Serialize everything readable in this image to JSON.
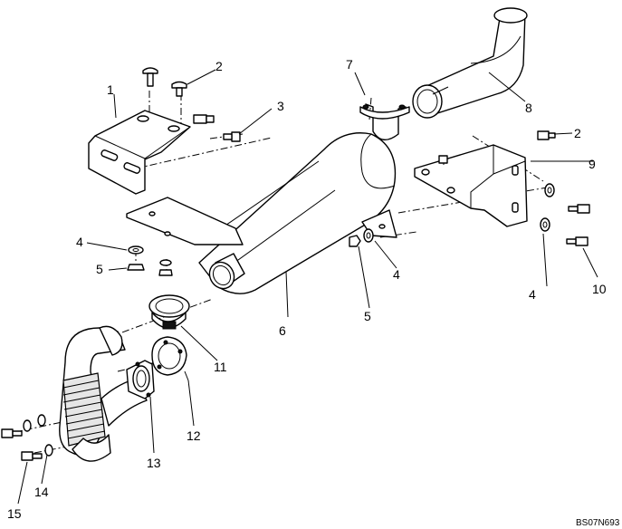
{
  "drawing_code": "BS07N693",
  "callouts": [
    {
      "id": "c1",
      "label": "1"
    },
    {
      "id": "c2a",
      "label": "2"
    },
    {
      "id": "c2b",
      "label": "2"
    },
    {
      "id": "c3",
      "label": "3"
    },
    {
      "id": "c4a",
      "label": "4"
    },
    {
      "id": "c4b",
      "label": "4"
    },
    {
      "id": "c4c",
      "label": "4"
    },
    {
      "id": "c5a",
      "label": "5"
    },
    {
      "id": "c5b",
      "label": "5"
    },
    {
      "id": "c6",
      "label": "6"
    },
    {
      "id": "c7",
      "label": "7"
    },
    {
      "id": "c8",
      "label": "8"
    },
    {
      "id": "c9",
      "label": "9"
    },
    {
      "id": "c10",
      "label": "10"
    },
    {
      "id": "c11",
      "label": "11"
    },
    {
      "id": "c12",
      "label": "12"
    },
    {
      "id": "c13",
      "label": "13"
    },
    {
      "id": "c14",
      "label": "14"
    },
    {
      "id": "c15",
      "label": "15"
    }
  ]
}
